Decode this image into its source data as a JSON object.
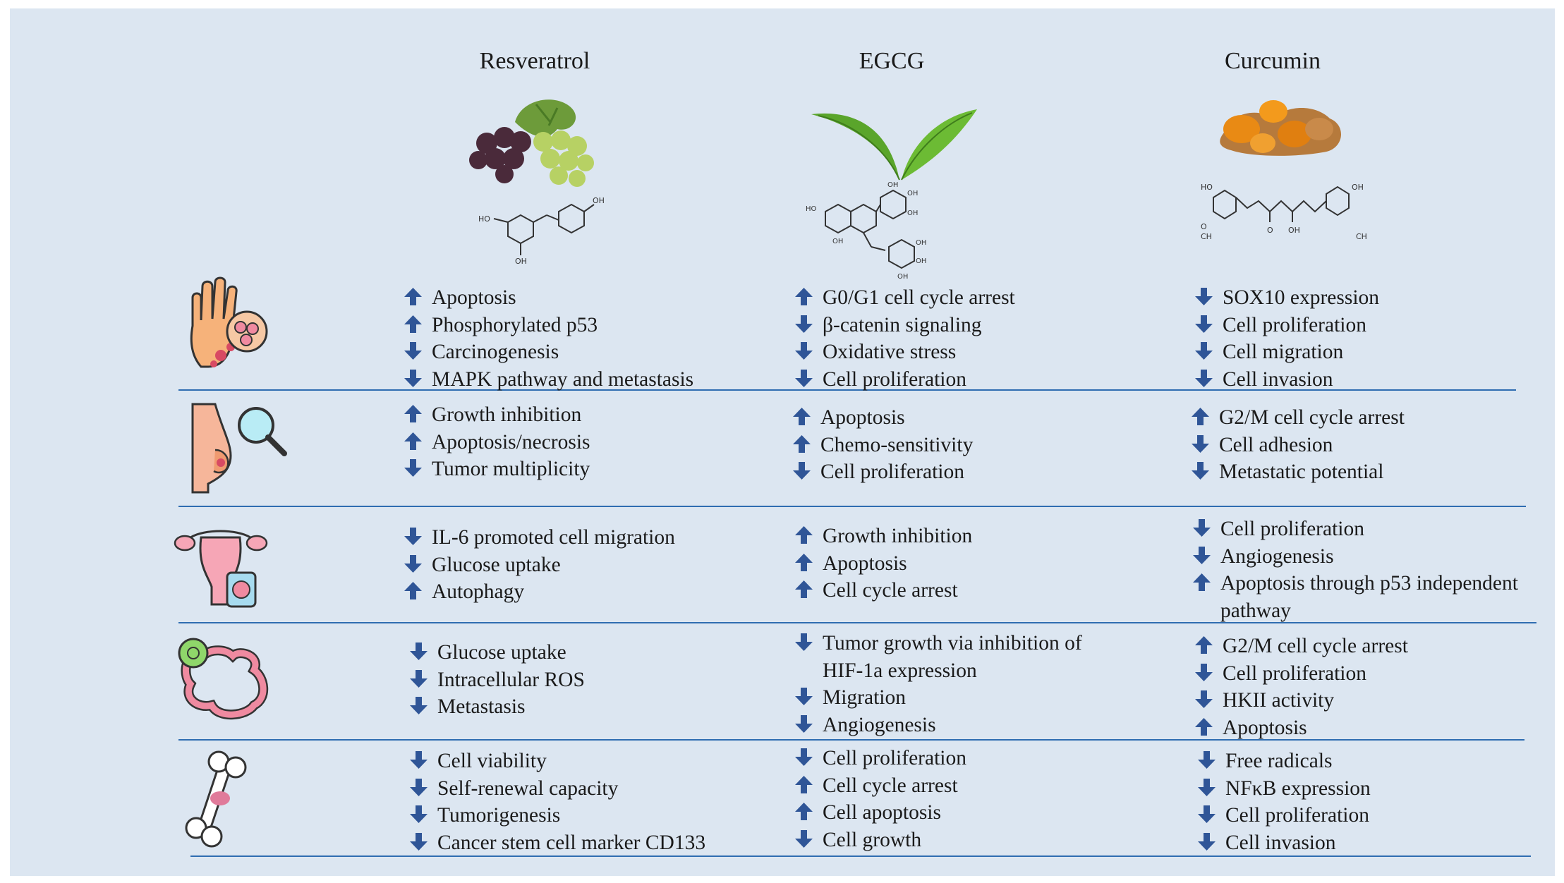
{
  "colors": {
    "panel": "#dce6f1",
    "arrow": "#2f5597",
    "line": "#2f6db1"
  },
  "columns": [
    {
      "title": "Resveratrol",
      "illustration": "grapes-icon",
      "structure": "resveratrol-structure"
    },
    {
      "title": "EGCG",
      "illustration": "tea-leaf-icon",
      "structure": "egcg-structure"
    },
    {
      "title": "Curcumin",
      "illustration": "turmeric-root-icon",
      "structure": "curcumin-structure"
    }
  ],
  "rows": [
    {
      "icon": "skin-cancer-hand-icon",
      "cells": [
        [
          {
            "dir": "up",
            "text": "Apoptosis"
          },
          {
            "dir": "up",
            "text": "Phosphorylated p53"
          },
          {
            "dir": "down",
            "text": "Carcinogenesis"
          },
          {
            "dir": "down",
            "text": "MAPK pathway and metastasis"
          }
        ],
        [
          {
            "dir": "up",
            "text": "G0/G1 cell cycle arrest"
          },
          {
            "dir": "down",
            "text": "β-catenin signaling"
          },
          {
            "dir": "down",
            "text": "Oxidative stress"
          },
          {
            "dir": "down",
            "text": "Cell proliferation"
          }
        ],
        [
          {
            "dir": "down",
            "text": "SOX10 expression"
          },
          {
            "dir": "down",
            "text": "Cell proliferation"
          },
          {
            "dir": "down",
            "text": "Cell migration"
          },
          {
            "dir": "down",
            "text": "Cell invasion"
          }
        ]
      ]
    },
    {
      "icon": "breast-cancer-icon",
      "cells": [
        [
          {
            "dir": "up",
            "text": "Growth inhibition"
          },
          {
            "dir": "up",
            "text": "Apoptosis/necrosis"
          },
          {
            "dir": "down",
            "text": "Tumor multiplicity"
          }
        ],
        [
          {
            "dir": "up",
            "text": "Apoptosis"
          },
          {
            "dir": "up",
            "text": "Chemo-sensitivity"
          },
          {
            "dir": "down",
            "text": "Cell proliferation"
          }
        ],
        [
          {
            "dir": "up",
            "text": "G2/M cell cycle arrest"
          },
          {
            "dir": "down",
            "text": "Cell adhesion"
          },
          {
            "dir": "down",
            "text": "Metastatic potential"
          }
        ]
      ]
    },
    {
      "icon": "ovarian-cancer-icon",
      "cells": [
        [
          {
            "dir": "down",
            "text": "IL-6 promoted cell migration"
          },
          {
            "dir": "down",
            "text": "Glucose uptake"
          },
          {
            "dir": "up",
            "text": "Autophagy"
          }
        ],
        [
          {
            "dir": "up",
            "text": "Growth inhibition"
          },
          {
            "dir": "up",
            "text": "Apoptosis"
          },
          {
            "dir": "up",
            "text": "Cell cycle arrest"
          }
        ],
        [
          {
            "dir": "down",
            "text": "Cell proliferation"
          },
          {
            "dir": "down",
            "text": "Angiogenesis"
          },
          {
            "dir": "up",
            "text": "Apoptosis through p53 independent"
          },
          {
            "dir": "",
            "text": "pathway"
          }
        ]
      ]
    },
    {
      "icon": "colon-cancer-icon",
      "cells": [
        [
          {
            "dir": "down",
            "text": "Glucose uptake"
          },
          {
            "dir": "down",
            "text": "Intracellular ROS"
          },
          {
            "dir": "down",
            "text": "Metastasis"
          }
        ],
        [
          {
            "dir": "down",
            "text": "Tumor growth via inhibition of"
          },
          {
            "dir": "",
            "text": "HIF-1a expression"
          },
          {
            "dir": "down",
            "text": "Migration"
          },
          {
            "dir": "down",
            "text": "Angiogenesis"
          }
        ],
        [
          {
            "dir": "up",
            "text": "G2/M cell cycle arrest"
          },
          {
            "dir": "down",
            "text": "Cell proliferation"
          },
          {
            "dir": "down",
            "text": "HKII activity"
          },
          {
            "dir": "up",
            "text": "Apoptosis"
          }
        ]
      ]
    },
    {
      "icon": "bone-cancer-icon",
      "cells": [
        [
          {
            "dir": "down",
            "text": "Cell viability"
          },
          {
            "dir": "down",
            "text": "Self-renewal capacity"
          },
          {
            "dir": "down",
            "text": "Tumorigenesis"
          },
          {
            "dir": "down",
            "text": "Cancer stem cell marker CD133"
          }
        ],
        [
          {
            "dir": "down",
            "text": "Cell proliferation"
          },
          {
            "dir": "up",
            "text": "Cell cycle arrest"
          },
          {
            "dir": "up",
            "text": "Cell apoptosis"
          },
          {
            "dir": "down",
            "text": "Cell growth"
          }
        ],
        [
          {
            "dir": "down",
            "text": "Free radicals"
          },
          {
            "dir": "down",
            "text": "NFκB expression"
          },
          {
            "dir": "down",
            "text": "Cell proliferation"
          },
          {
            "dir": "down",
            "text": "Cell invasion"
          }
        ]
      ]
    }
  ]
}
